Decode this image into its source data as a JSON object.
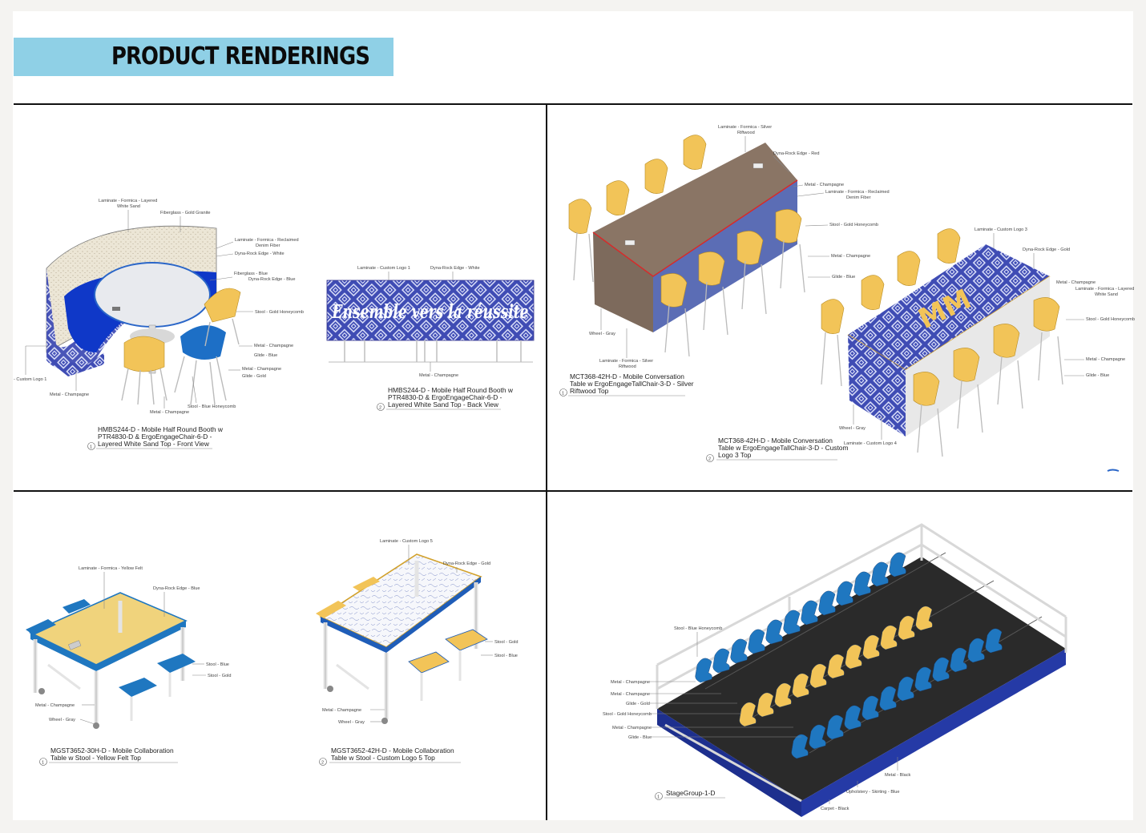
{
  "header": {
    "title": "PRODUCT RENDERINGS"
  },
  "panels": {
    "booth_front": {
      "number": "1",
      "caption_lines": [
        "HMBS244-D - Mobile Half Round Booth w",
        "PTR4830-D & ErgoEngageChair-6-D -",
        "Layered White Sand Top - Front View"
      ],
      "labels": {
        "laminate_top": "Laminate - Formica - Layered",
        "laminate_top2": "White Sand",
        "fiberglass_gold": "Fiberglass - Gold Granite",
        "reclaimed": "Laminate - Formica - Reclaimed",
        "reclaimed2": "Denim Fiber",
        "dyna_white": "Dyna-Rock Edge - White",
        "fiberglass_blue": "Fiberglass - Blue",
        "dyna_blue": "Dyna-Rock Edge - Blue",
        "stool_gold_honey": "Stool - Gold Honeycomb",
        "metal_champ_1": "Metal - Champagne",
        "glide_blue": "Glide - Blue",
        "metal_champ_2": "Metal - Champagne",
        "glide_gold": "Glide - Gold",
        "custom_logo": "- Custom Logo 1",
        "metal_champ_3": "Metal - Champagne",
        "stool_blue_honey": "Stool - Blue Honeycomb",
        "metal_champ_4": "Metal - Champagne"
      }
    },
    "booth_back": {
      "number": "2",
      "caption_lines": [
        "HMBS244-D - Mobile Half Round Booth w",
        "PTR4830-D & ErgoEngageChair-6-D -",
        "Layered White Sand Top - Back View"
      ],
      "banner_text": "Ensemble vers la réussite",
      "labels": {
        "custom_logo": "Laminate - Custom Logo 1",
        "dyna_white": "Dyna-Rock Edge - White",
        "metal_champ": "Metal - Champagne"
      }
    },
    "conversation": {
      "captions": [
        {
          "number": "1",
          "lines": [
            "MCT368-42H-D - Mobile Conversation",
            "Table w ErgoEngageTallChair-3-D - Silver",
            "Riftwood Top"
          ]
        },
        {
          "number": "2",
          "lines": [
            "MCT368-42H-D - Mobile Conversation",
            "Table w ErgoEngageTallChair-3-D - Custom",
            "Logo 3 Top"
          ]
        }
      ],
      "labels": {
        "silver_riftwood": "Laminate - Formica - Silver",
        "silver_riftwood2": "Riftwood",
        "dyna_red": "Dyna-Rock Edge - Red",
        "metal_champ_1": "Metal - Champagne",
        "reclaimed": "Laminate - Formica - Reclaimed",
        "reclaimed2": "Denim Fiber",
        "stool_gold_honey_1": "Stool - Gold Honeycomb",
        "metal_champ_2": "Metal - Champagne",
        "glide_blue_1": "Glide - Blue",
        "wheel_gray_1": "Wheel - Gray",
        "silver_riftwood_b": "Laminate - Formica - Silver",
        "silver_riftwood_b2": "Riftwood",
        "custom_logo_3": "Laminate - Custom Logo 3",
        "dyna_gold": "Dyna-Rock Edge - Gold",
        "metal_champ_3": "Metal - Champagne",
        "layered": "Laminate - Formica - Layered",
        "layered2": "White Sand",
        "stool_gold_honey_2": "Stool - Gold Honeycomb",
        "metal_champ_4": "Metal - Champagne",
        "glide_blue_2": "Glide - Blue",
        "wheel_gray_2": "Wheel - Gray",
        "custom_logo_4": "Laminate - Custom Logo 4"
      }
    },
    "collab_felt": {
      "number": "1",
      "caption_lines": [
        "MGST3652-30H-D - Mobile Collaboration",
        "Table w Stool - Yellow Felt Top"
      ],
      "labels": {
        "yellow_felt": "Laminate - Formica - Yellow Felt",
        "dyna_blue": "Dyna-Rock Edge - Blue",
        "stool_blue": "Stool - Blue",
        "stool_gold": "Stool - Gold",
        "metal_champ": "Metal - Champagne",
        "wheel_gray": "Wheel - Gray"
      }
    },
    "collab_logo": {
      "number": "2",
      "caption_lines": [
        "MGST3652-42H-D - Mobile Collaboration",
        "Table w Stool - Custom Logo 5 Top"
      ],
      "labels": {
        "custom_logo_5": "Laminate - Custom Logo 5",
        "dyna_gold": "Dyna-Rock Edge - Gold",
        "stool_gold": "Stool - Gold",
        "stool_blue": "Stool - Blue",
        "metal_champ": "Metal - Champagne",
        "wheel_gray": "Wheel - Gray"
      }
    },
    "stage": {
      "number": "1",
      "caption": "StageGroup-1-D",
      "labels": {
        "stool_blue_honey": "Stool - Blue Honeycomb",
        "metal_champ_1": "Metal - Champagne",
        "metal_champ_2": "Metal - Champagne",
        "glide_gold": "Glide - Gold",
        "stool_gold_honey": "Stool - Gold Honeycomb",
        "metal_champ_3": "Metal - Champagne",
        "glide_blue": "Glide - Blue",
        "metal_black": "Metal - Black",
        "upholstery": "Upholstery - Skirting - Blue",
        "carpet": "Carpet - Black"
      }
    }
  },
  "colors": {
    "banner": "#8fd0e6",
    "royal_blue": "#1d39b6",
    "pattern_purple": "#3f4cb4",
    "chair_yellow": "#f2c458",
    "chair_blue": "#1f77c0",
    "stage_black": "#2a2a2a",
    "wood": "#8a7565",
    "edge_red": "#d62b2b"
  }
}
